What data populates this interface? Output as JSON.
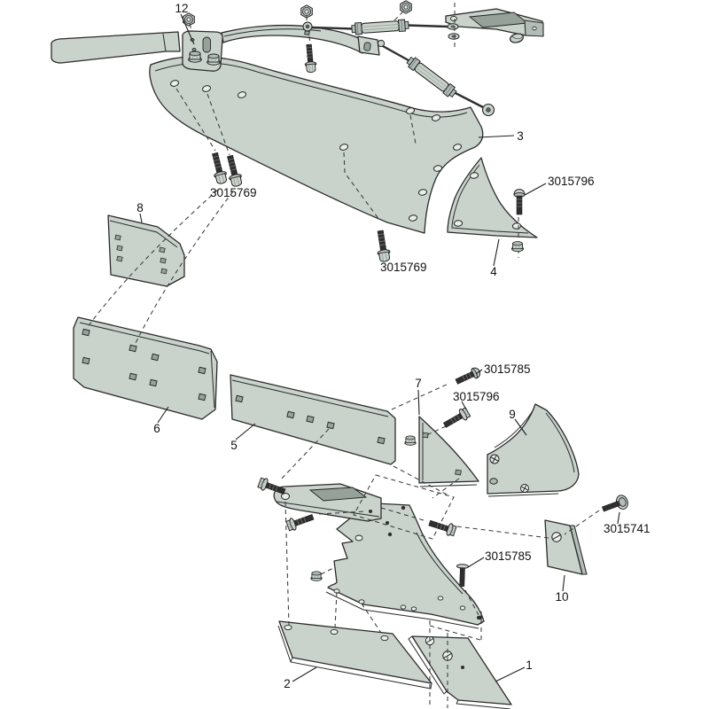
{
  "diagram": {
    "labels": {
      "part_1": "1",
      "part_2": "2",
      "part_3": "3",
      "part_4": "4",
      "part_5": "5",
      "part_6": "6",
      "part_7": "7",
      "part_8": "8",
      "part_9": "9",
      "part_10": "10",
      "part_12": "12",
      "pn_3015769_a": "3015769",
      "pn_3015769_b": "3015769",
      "pn_3015796_a": "3015796",
      "pn_3015796_b": "3015796",
      "pn_3015785_a": "3015785",
      "pn_3015785_b": "3015785",
      "pn_3015741": "3015741"
    },
    "colors": {
      "background": "#ffffff",
      "part_fill": "#c9d3cc",
      "part_fill_shade": "#b3bdb7",
      "slot_fill": "#96a19a",
      "hole_fill": "#e9eeeb",
      "metal_dark": "#2f2f2f",
      "outline": "#2b2b2b",
      "label_color": "#111111"
    }
  }
}
